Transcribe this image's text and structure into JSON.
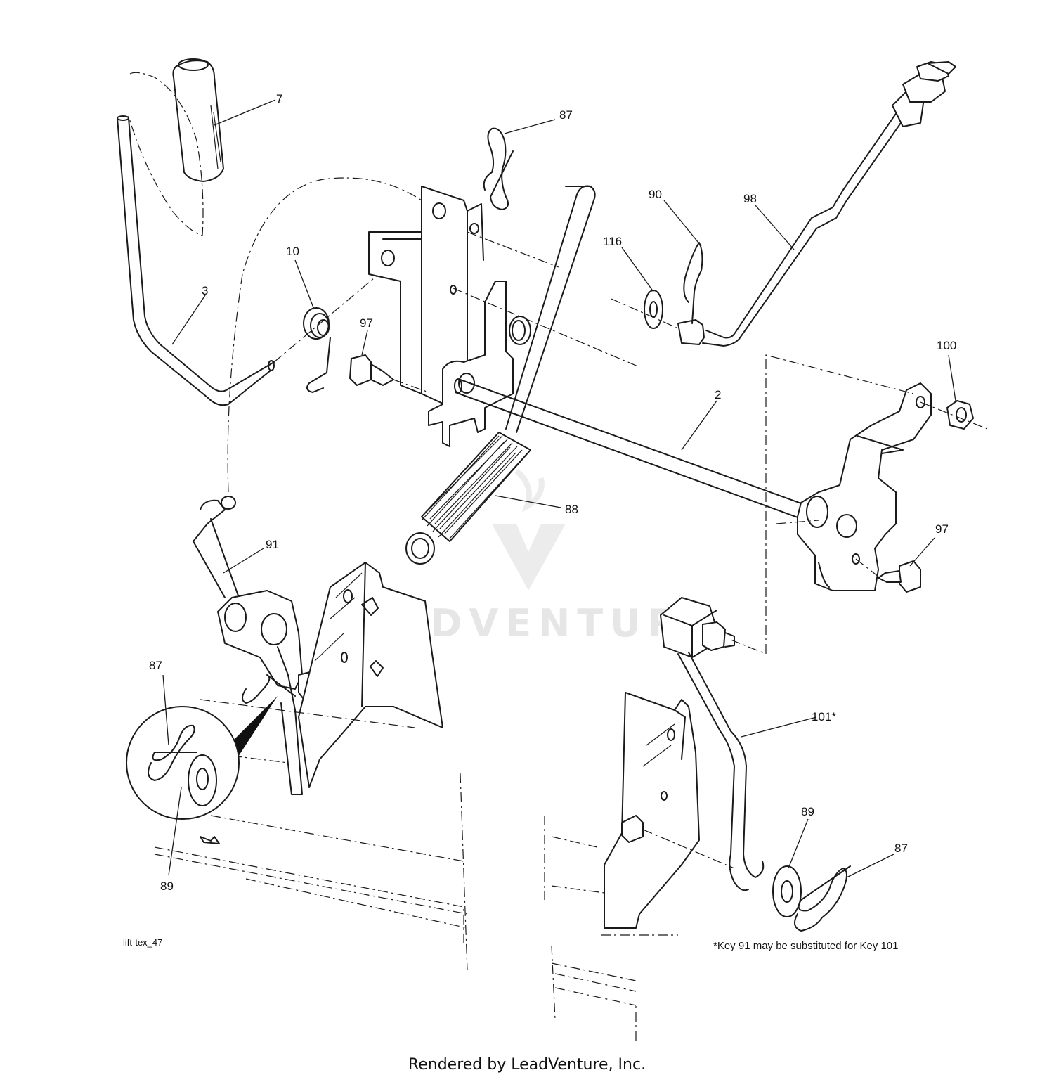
{
  "callouts": {
    "c7": "7",
    "c87_top": "87",
    "c90": "90",
    "c98": "98",
    "c116": "116",
    "c10": "10",
    "c3": "3",
    "c97_left": "97",
    "c2": "2",
    "c100": "100",
    "c97_right": "97",
    "c88": "88",
    "c91": "91",
    "c87_left": "87",
    "c89_left": "89",
    "c101": "101*",
    "c89_right": "89",
    "c87_right": "87"
  },
  "drawing_code": "lift-tex_47",
  "note": "*Key 91 may be substituted for Key 101",
  "watermark": "LEADVENTURE",
  "footer": "Rendered by LeadVenture, Inc."
}
